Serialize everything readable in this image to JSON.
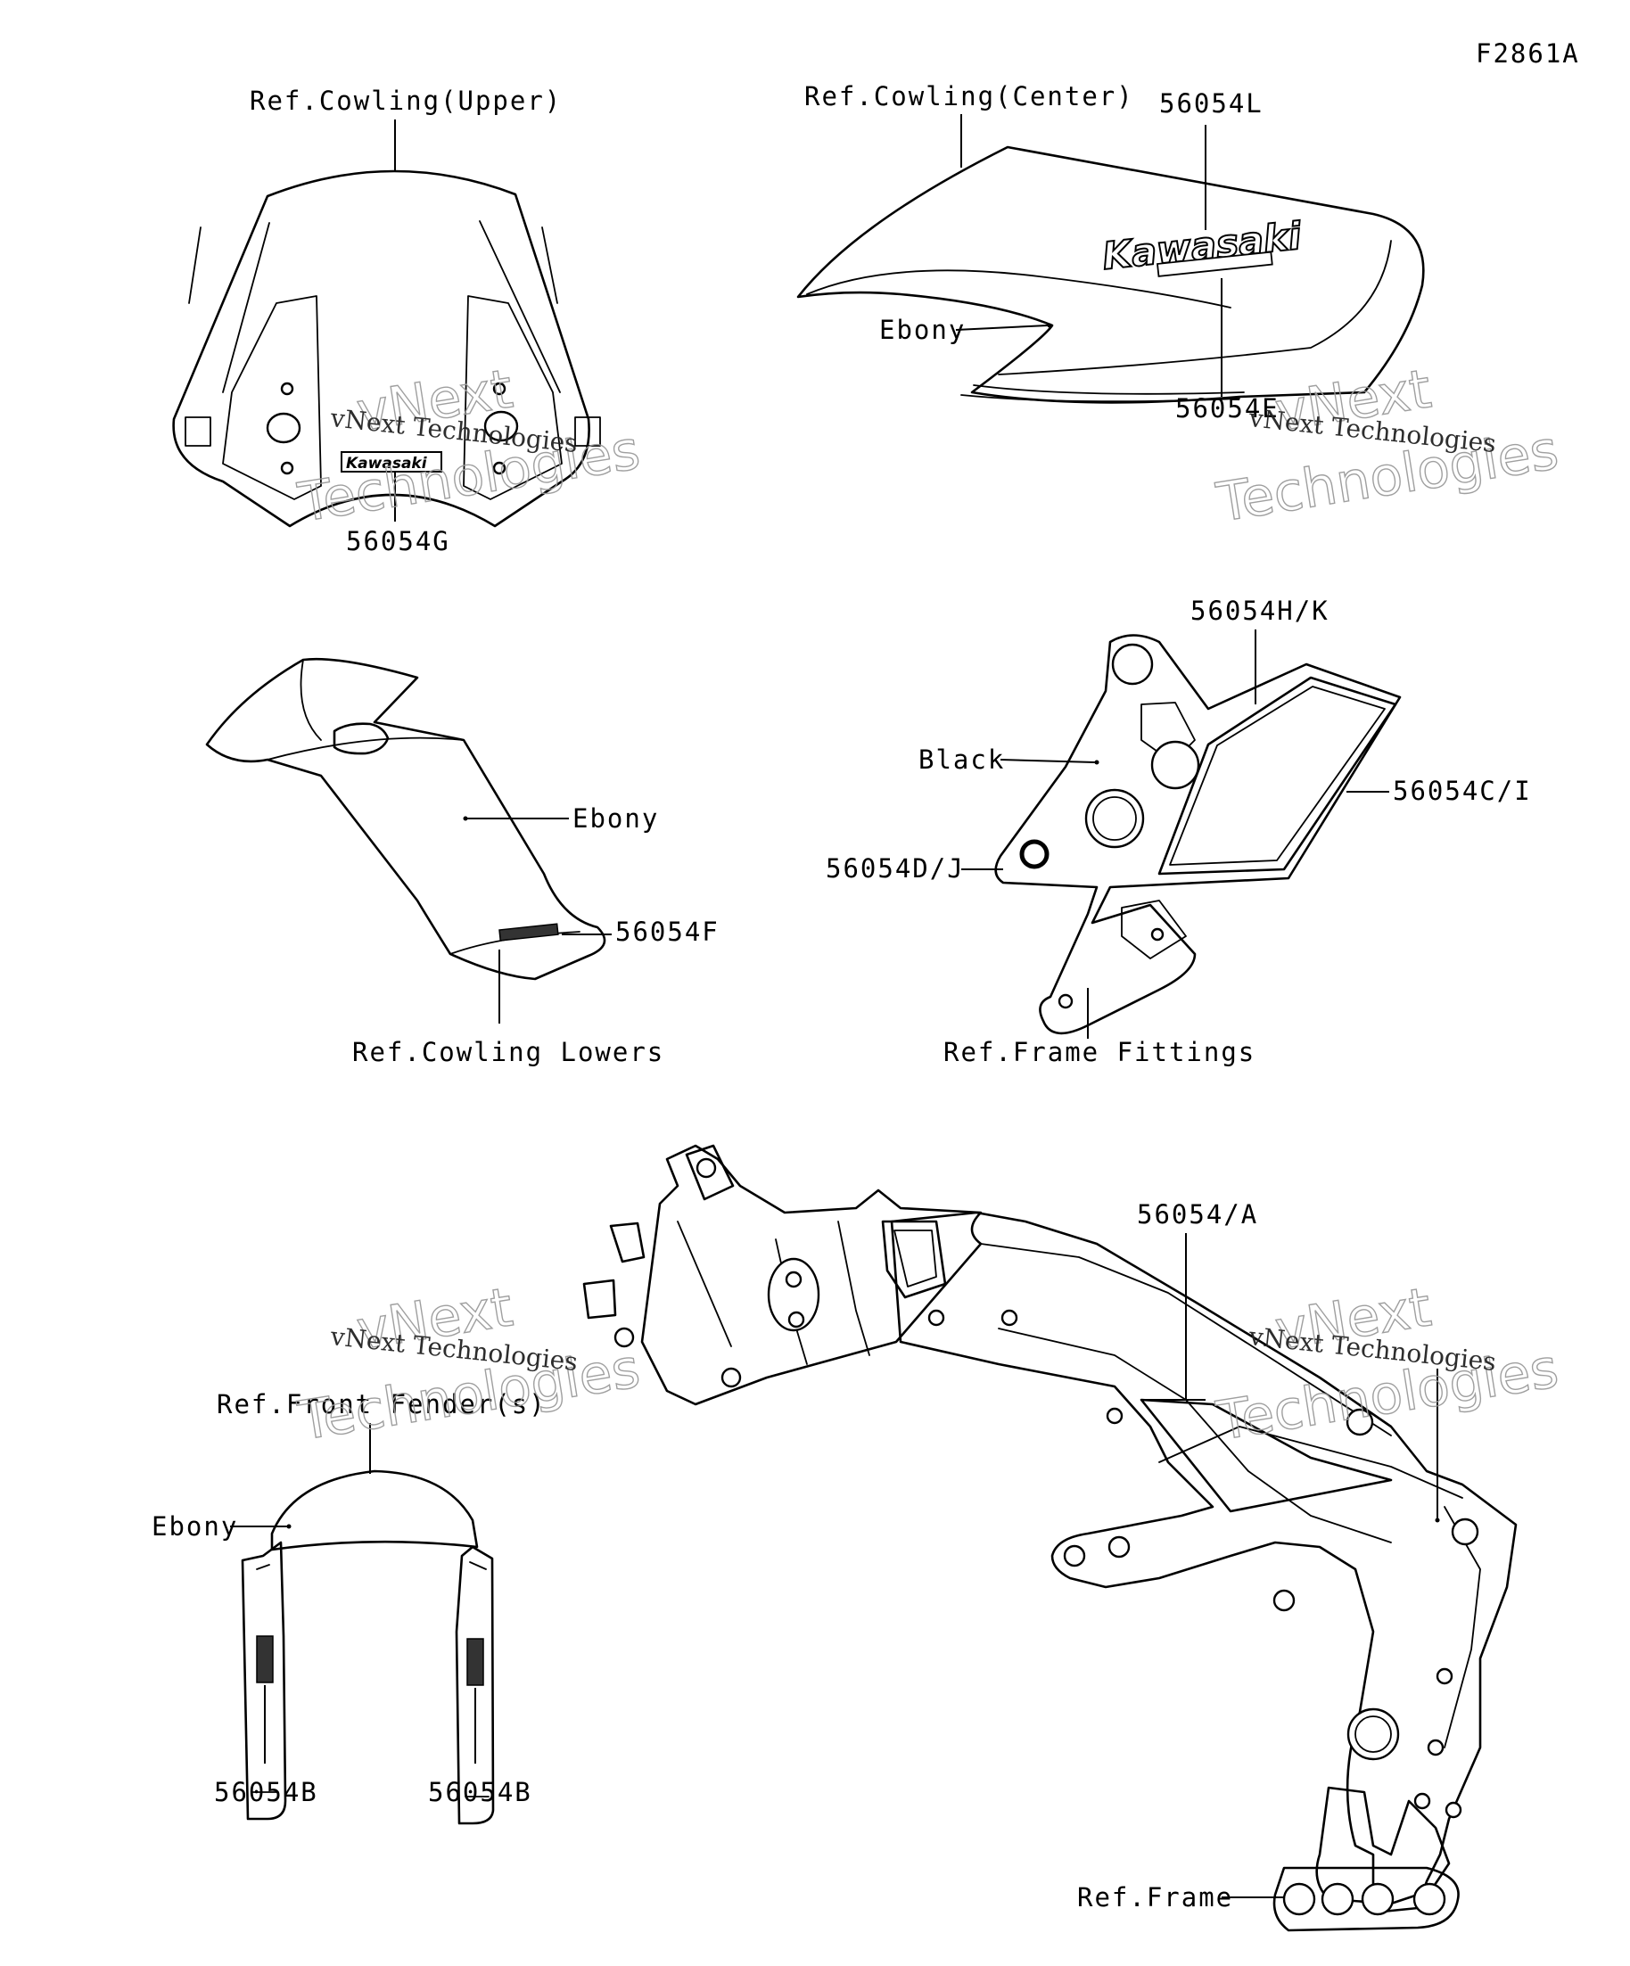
{
  "figure_code": "F2861A",
  "groups": {
    "cowling_upper": {
      "ref_label": "Ref.Cowling(Upper)",
      "part_label": "56054G",
      "logo_text": "Kawasaki"
    },
    "cowling_center": {
      "ref_label": "Ref.Cowling(Center)",
      "color_label": "Ebony",
      "part_top": "56054L",
      "part_bottom": "56054E",
      "logo_text": "Kawasaki"
    },
    "cowling_lowers": {
      "ref_label": "Ref.Cowling Lowers",
      "color_label": "Ebony",
      "part_label": "56054F"
    },
    "frame_fittings": {
      "ref_label": "Ref.Frame Fittings",
      "color_label": "Black",
      "part_hk": "56054H/K",
      "part_ci": "56054C/I",
      "part_dj": "56054D/J"
    },
    "front_fender": {
      "ref_label": "Ref.Front Fender(s)",
      "color_label": "Ebony",
      "part_left": "56054B",
      "part_right": "56054B"
    },
    "frame": {
      "ref_label": "Ref.Frame",
      "part_label": "56054/A"
    }
  },
  "watermark": {
    "line1": "vNext",
    "line2": "Technologies",
    "combined": "vNext Technologies"
  }
}
